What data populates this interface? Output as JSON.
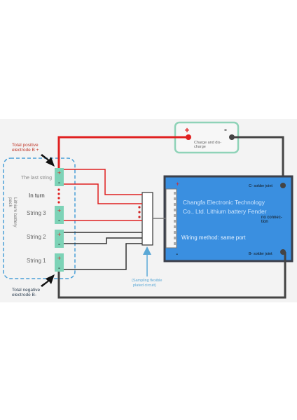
{
  "diagram": {
    "total_positive": [
      "Total positive",
      "electrode B +"
    ],
    "total_negative": [
      "Total negative",
      "electrode B-"
    ],
    "last_string": "The last string",
    "in_turn": "In turn",
    "string3": "String 3",
    "string2": "String 2",
    "string1": "String 1",
    "pack_label": [
      "Lithium battery",
      "pack"
    ],
    "load_plus": "+",
    "load_minus": "-",
    "load_label": [
      "Charge and dis-",
      "charge"
    ],
    "cell_plus": "+",
    "cell_minus": "-",
    "bms_plus": "+",
    "bms_minus": "-",
    "c_minus_solder": "C- solder joint",
    "b_minus_solder": "B- solder joint",
    "company": [
      "Changfa Electronic Technology",
      "Co., Ltd. Lithium battery Fender"
    ],
    "no_connection": [
      "no connec-",
      "tion"
    ],
    "wiring_method": "Wiring method: same port",
    "sampling": [
      "(Sampling flexible",
      "plated circuit)"
    ],
    "colors": {
      "positive_wire": "#e02020",
      "negative_wire": "#444444",
      "cell": "#7dd3b7",
      "bms_board": "#3a8fe0",
      "bms_border": "#3b3f4a",
      "load_border": "#8fd3b8",
      "pack_border": "#4aa0d8"
    }
  }
}
